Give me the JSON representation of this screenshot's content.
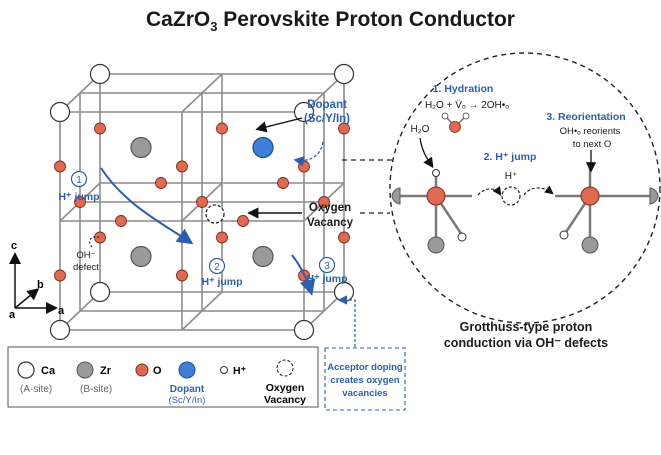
{
  "title_main": "CaZrO",
  "title_sub": "3",
  "title_rest": " Perovskite Proton Conductor",
  "dopant_label": {
    "line1": "Dopant",
    "line2": "(Sc/Y/In)"
  },
  "oxygen_vacancy_label": {
    "line1": "Oxygen",
    "line2": "Vacancy"
  },
  "steps": [
    {
      "num": "1",
      "label": "H⁺ jump"
    },
    {
      "num": "2",
      "label": "H⁺ jump"
    },
    {
      "num": "3",
      "label": "H⁺ jump"
    }
  ],
  "oh_defect": {
    "line1": "OH⁻",
    "line2": "defect"
  },
  "axes": {
    "c": "c",
    "b": "b",
    "a1": "a",
    "a2": "a"
  },
  "inset": {
    "hydration_title": "1. Hydration",
    "hydration_eq": "H₂O + V̈ₒ → 2OH•ₒ",
    "h2o": "H₂O",
    "hjump_title": "2. H⁺ jump",
    "hplus": "H⁺",
    "reorient_title": "3. Reorientation",
    "reorient_line1": "OH•ₒ reorients",
    "reorient_line2": "to next O"
  },
  "grotthuss": {
    "line1": "Grotthuss-type proton",
    "line2": "conduction via OH⁻ defects"
  },
  "legend": [
    {
      "icon": "calcium-atom-icon",
      "label": "Ca",
      "sub": "(A-site)"
    },
    {
      "icon": "zirconium-atom-icon",
      "label": "Zr",
      "sub": "(B-site)"
    },
    {
      "icon": "oxygen-atom-icon",
      "label": "O",
      "sub": ""
    },
    {
      "icon": "dopant-atom-icon",
      "label": "Dopant",
      "sub": "(Sc/Y/In)"
    },
    {
      "icon": "proton-icon",
      "label": "H⁺",
      "sub": ""
    },
    {
      "icon": "vacancy-icon",
      "label": "Oxygen",
      "sub": "Vacancy"
    }
  ],
  "acceptor_note": {
    "line1": "Acceptor doping",
    "line2": "creates oxygen",
    "line3": "vacancies"
  },
  "colors": {
    "oxygen": "#e06a50",
    "zr": "#9a9a9a",
    "dopant": "#3d7fd9",
    "accent": "#2b5fae"
  }
}
